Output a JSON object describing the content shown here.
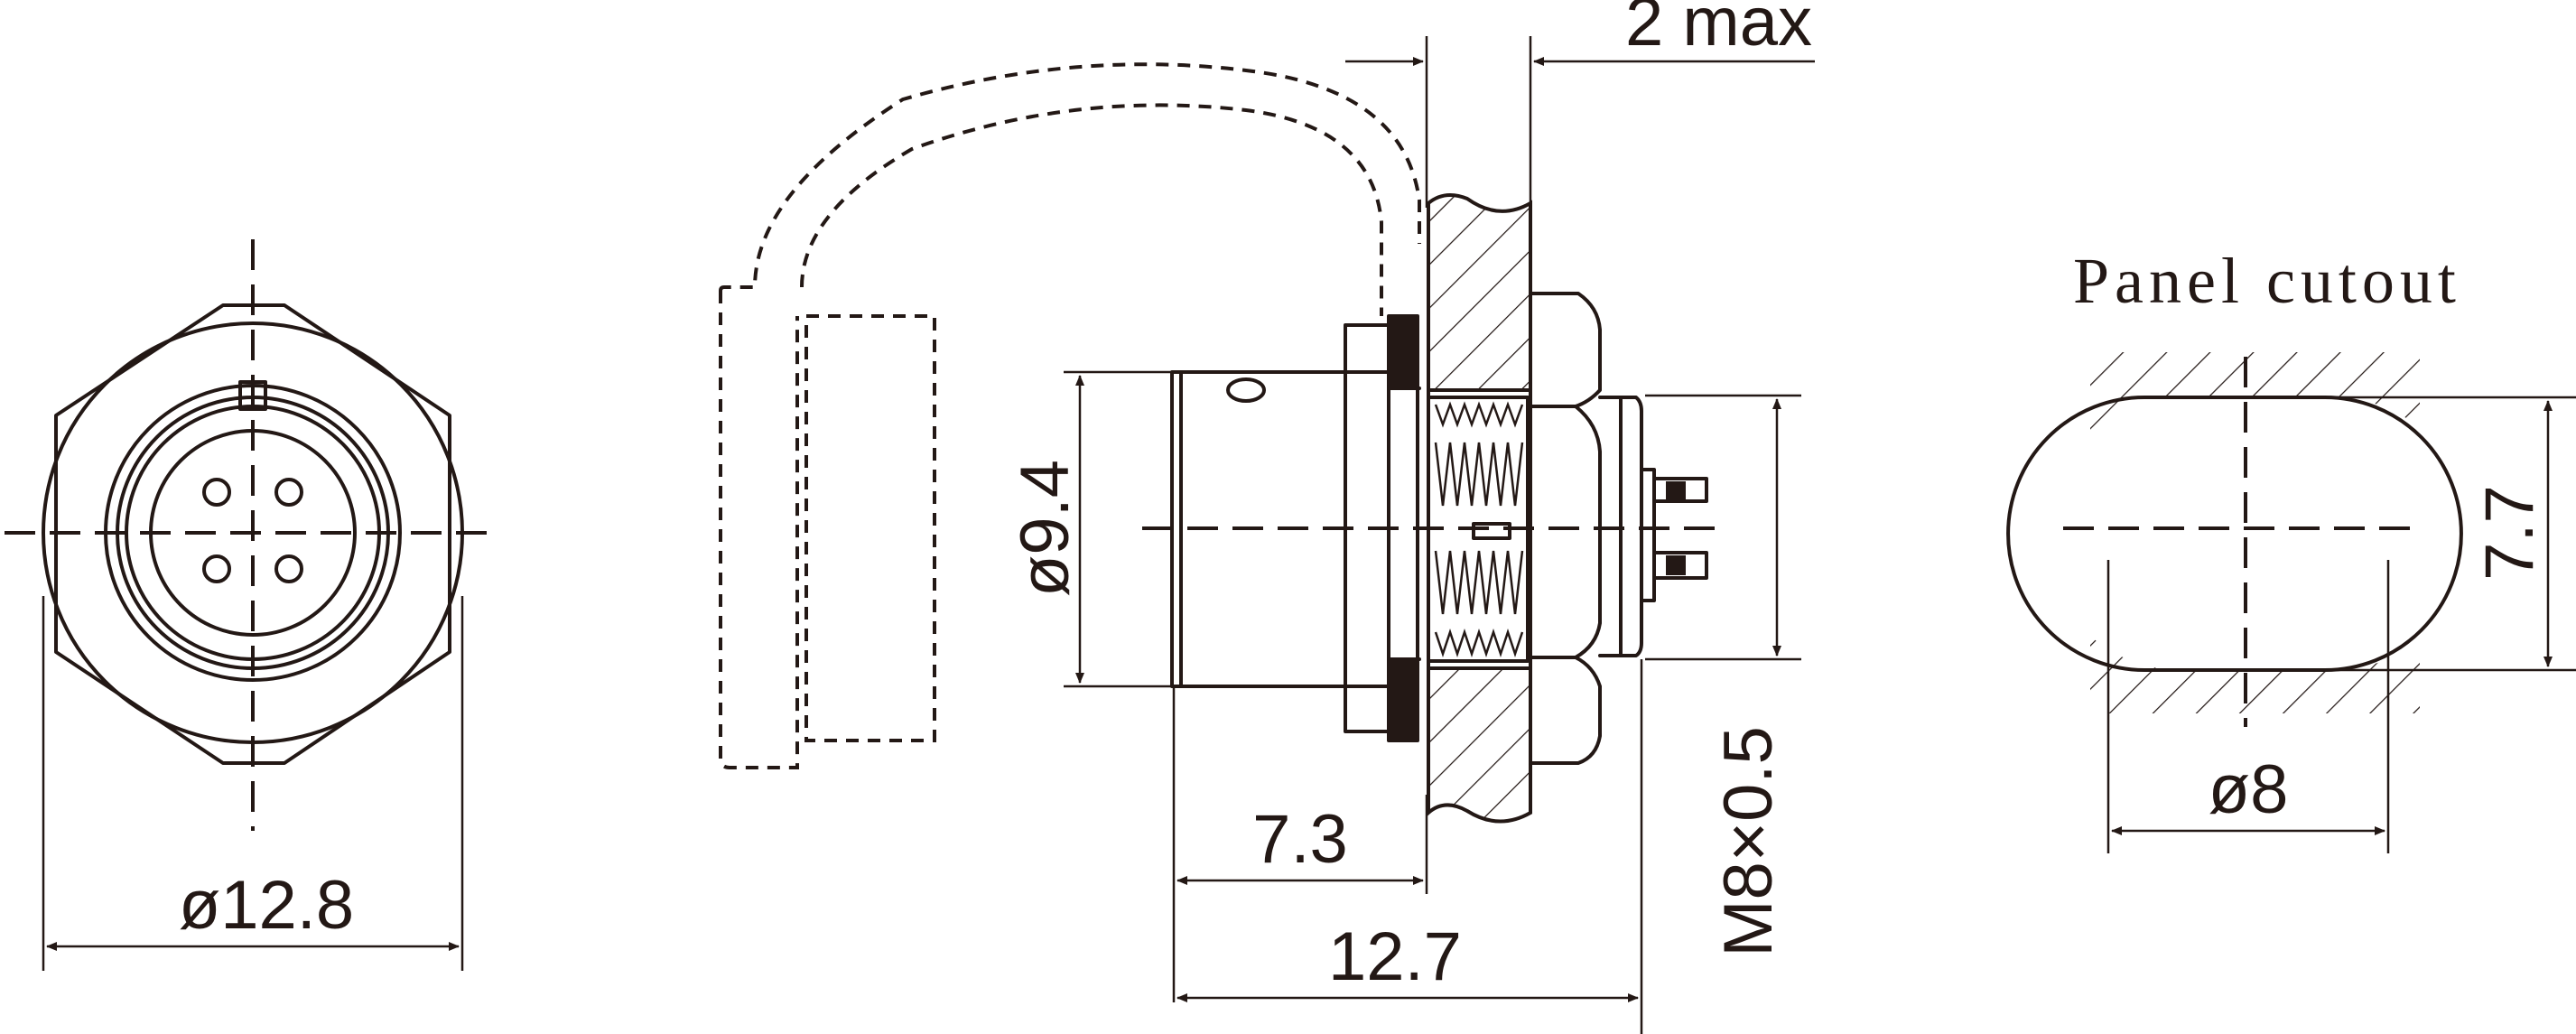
{
  "labels": {
    "front_diameter": "ø12.8",
    "flange_thickness": "2 max",
    "body_diameter": "ø9.4",
    "length_short": "7.3",
    "length_total": "12.7",
    "thread": "M8×0.5",
    "panel_title": "Panel cutout",
    "cutout_flat": "7.7",
    "cutout_diameter": "ø8"
  }
}
